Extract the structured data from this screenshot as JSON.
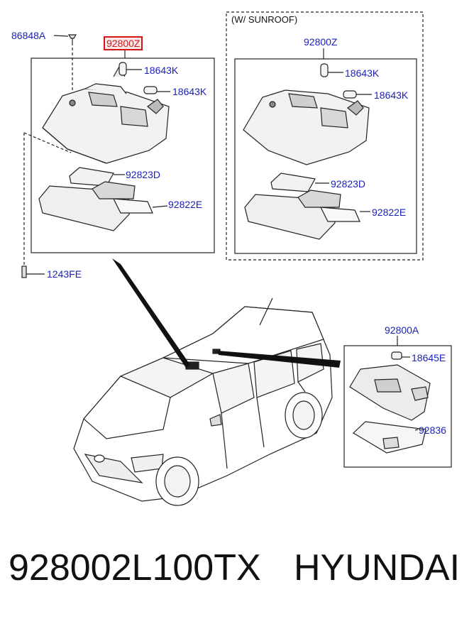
{
  "labels": {
    "bolt_top": "86848A",
    "main_assy": "92800Z",
    "bulb_1": "18643K",
    "bulb_2": "18643K",
    "lens_1": "92823D",
    "lens_2": "92822E",
    "screw": "1243FE",
    "sunroof_caption": "(W/ SUNROOF)",
    "sunroof_assy": "92800Z",
    "sunroof_bulb_1": "18643K",
    "sunroof_bulb_2": "18643K",
    "sunroof_lens_1": "92823D",
    "sunroof_lens_2": "92822E",
    "rear_assy": "92800A",
    "rear_bulb": "18645E",
    "rear_lens": "92836"
  },
  "footer": {
    "part_number": "928002L100TX",
    "brand": "HYUNDAI"
  },
  "colors": {
    "label_blue": "#1a1fb8",
    "highlight_red": "#d01818",
    "line": "#222222"
  }
}
